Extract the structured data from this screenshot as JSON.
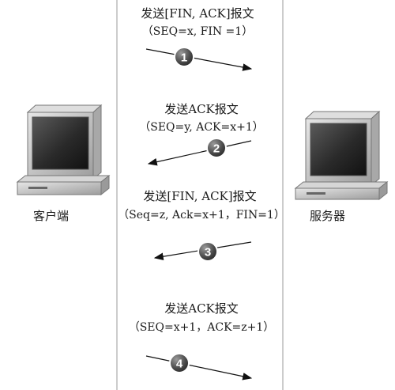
{
  "endpoints": {
    "client_label": "客户端",
    "server_label": "服务器"
  },
  "messages": [
    {
      "step": "1",
      "title": "发送[FIN, ACK]报文",
      "detail": "（SEQ=x, FIN  =1）",
      "direction": "client-to-server"
    },
    {
      "step": "2",
      "title": "发送ACK报文",
      "detail": "（SEQ=y, ACK=x+1）",
      "direction": "server-to-client"
    },
    {
      "step": "3",
      "title": "发送[FIN, ACK]报文",
      "detail": "（Seq=z, Ack=x+1，FIN=1）",
      "direction": "server-to-client"
    },
    {
      "step": "4",
      "title": "发送ACK报文",
      "detail": "（SEQ=x+1，ACK=z+1）",
      "direction": "client-to-server"
    }
  ],
  "colors": {
    "timeline": "#9a9a9a",
    "arrow": "#111111",
    "badge_fill": "#444444",
    "badge_text": "#ffffff",
    "computer_body": "#c9c9c9",
    "computer_dark": "#8c8c8c",
    "screen": "#2d2d2d"
  }
}
